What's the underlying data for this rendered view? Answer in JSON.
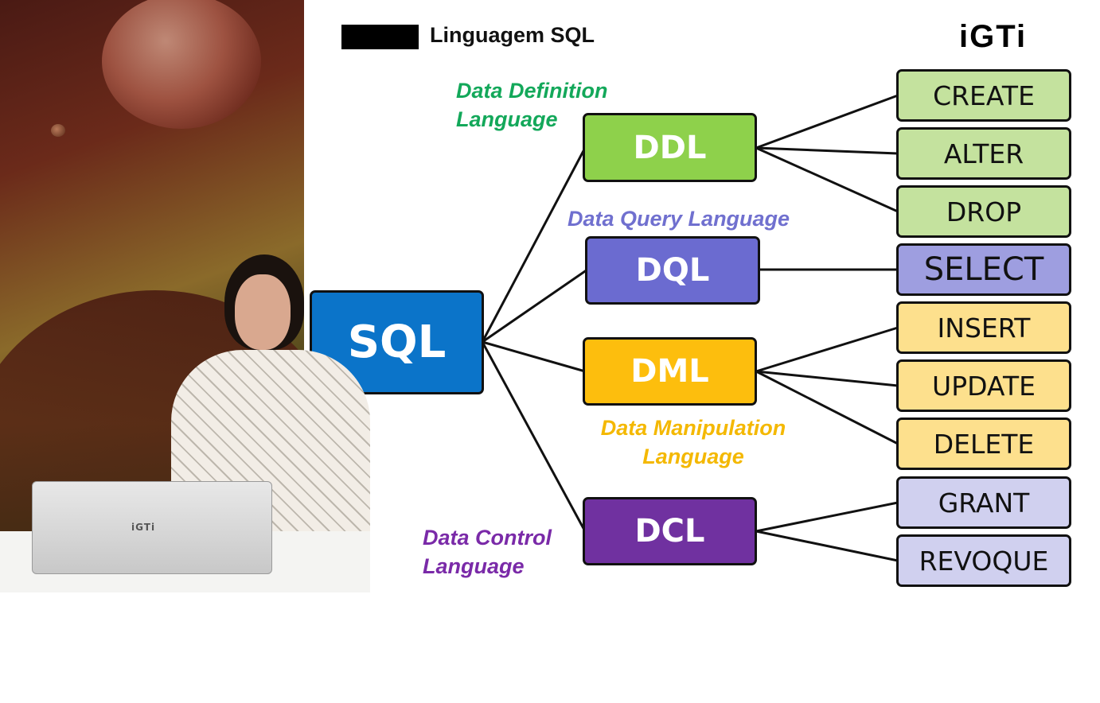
{
  "slide": {
    "title": "Linguagem SQL",
    "logo": "iGTi",
    "laptop_logo": "iGTi"
  },
  "colors": {
    "sql": "#0b74c9",
    "ddl": "#8ed14b",
    "dql": "#6b6bd0",
    "dml": "#fdbe0d",
    "dcl": "#7031a0",
    "ddl_cmd": "#c4e29e",
    "dql_cmd": "#9e9ee0",
    "dml_cmd": "#fde08d",
    "dcl_cmd": "#d0d0ef",
    "ddl_text": "#13a85a",
    "dql_text": "#7070cf",
    "dml_text": "#f4b800",
    "dcl_text": "#7a2aa8"
  },
  "diagram": {
    "root": "SQL",
    "groups": {
      "ddl": {
        "label": "DDL",
        "desc_1": "Data Definition",
        "desc_2": "Language",
        "commands": [
          "CREATE",
          "ALTER",
          "DROP"
        ]
      },
      "dql": {
        "label": "DQL",
        "desc_1": "Data Query Language",
        "commands": [
          "SELECT"
        ]
      },
      "dml": {
        "label": "DML",
        "desc_1": "Data Manipulation",
        "desc_2": "Language",
        "commands": [
          "INSERT",
          "UPDATE",
          "DELETE"
        ]
      },
      "dcl": {
        "label": "DCL",
        "desc_1": "Data Control",
        "desc_2": "Language",
        "commands": [
          "GRANT",
          "REVOQUE"
        ]
      }
    }
  }
}
